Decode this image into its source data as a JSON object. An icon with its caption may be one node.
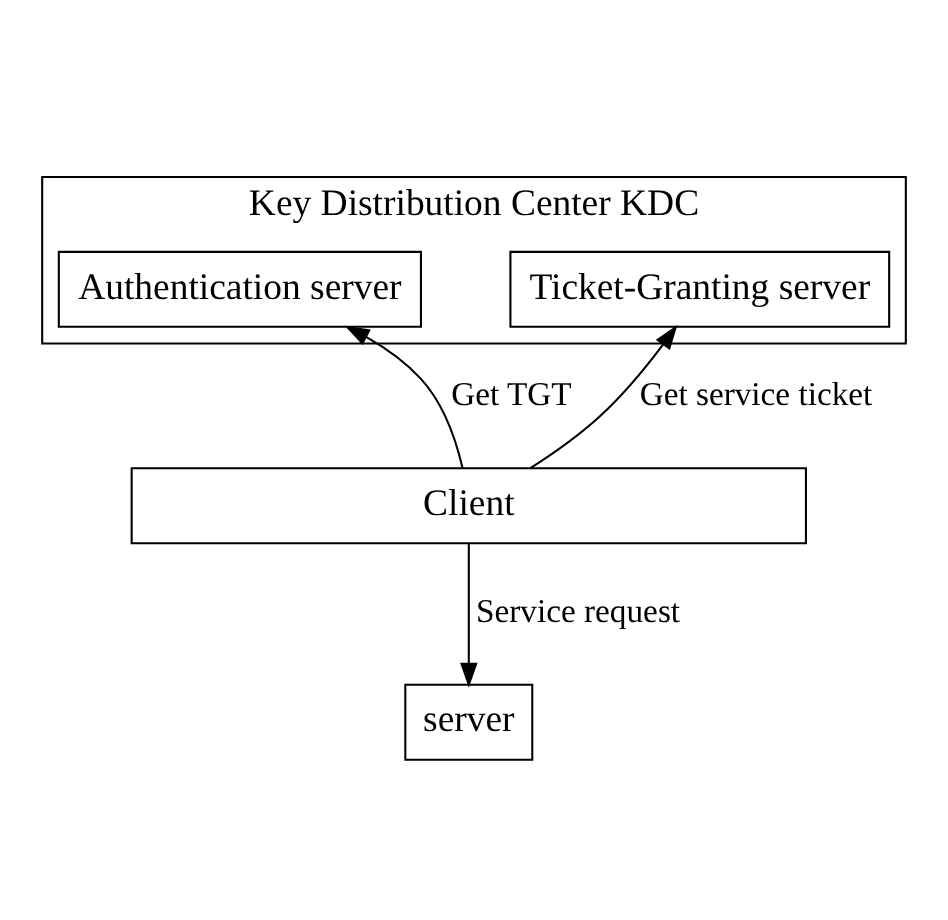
{
  "diagram": {
    "nodes": [
      {
        "text": [
          "Key Distribution Center KDC"
        ]
      },
      {
        "text": [
          "Authentication server"
        ],
        "in": 0
      },
      {
        "text": [
          "Ticket-Granting server"
        ],
        "in": 0
      },
      {
        "text": [
          "Client"
        ]
      },
      {
        "text": [
          "server"
        ]
      }
    ],
    "edges": [
      {
        "from": 3,
        "to": 1,
        "arrow": "to",
        "label": "Get TGT"
      },
      {
        "from": 3,
        "to": 2,
        "arrow": "to",
        "label": "Get service ticket"
      },
      {
        "from": 3,
        "to": 4,
        "arrow": "to",
        "label": "Service request"
      }
    ]
  }
}
